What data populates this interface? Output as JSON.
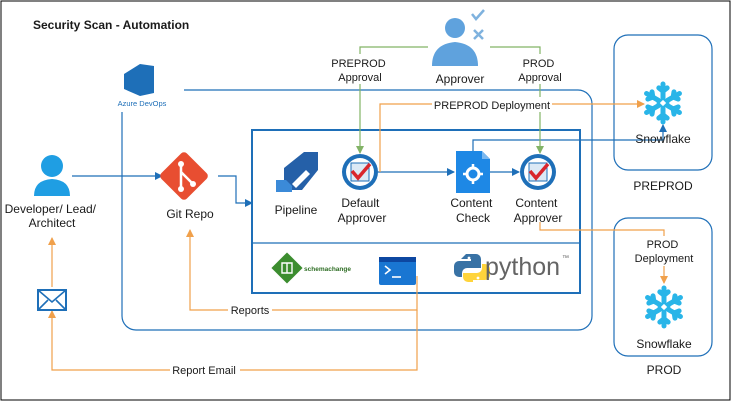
{
  "title": "Security Scan - Automation",
  "approver": {
    "label": "Approver"
  },
  "approvals": {
    "preprod": [
      "PREPROD",
      "Approval"
    ],
    "prod": [
      "PROD",
      "Approval"
    ]
  },
  "azure": {
    "label": "Azure DevOps"
  },
  "developer": {
    "lines": [
      "Developer/ Lead/",
      "Architect"
    ]
  },
  "git": {
    "label": "Git Repo"
  },
  "pipeline": {
    "label": "Pipeline"
  },
  "default_approver": {
    "lines": [
      "Default",
      "Approver"
    ]
  },
  "content_check": {
    "lines": [
      "Content",
      "Check"
    ]
  },
  "content_approver": {
    "lines": [
      "Content",
      "Approver"
    ]
  },
  "schemachange": {
    "label": "schemachange"
  },
  "python": {
    "label": "python",
    "tm": "™"
  },
  "preprod_deployment": {
    "label": "PREPROD Deployment"
  },
  "prod_deployment": {
    "lines": [
      "PROD",
      "Deployment"
    ]
  },
  "snowflake_preprod": {
    "label": "Snowflake",
    "env": "PREPROD"
  },
  "snowflake_prod": {
    "label": "Snowflake",
    "env": "PROD"
  },
  "reports": {
    "label": "Reports"
  },
  "report_email": {
    "label": "Report Email"
  },
  "colors": {
    "blue": "#1e6fb8",
    "green": "#82b366",
    "orange": "#f0a04b",
    "flake": "#29b5e8"
  }
}
